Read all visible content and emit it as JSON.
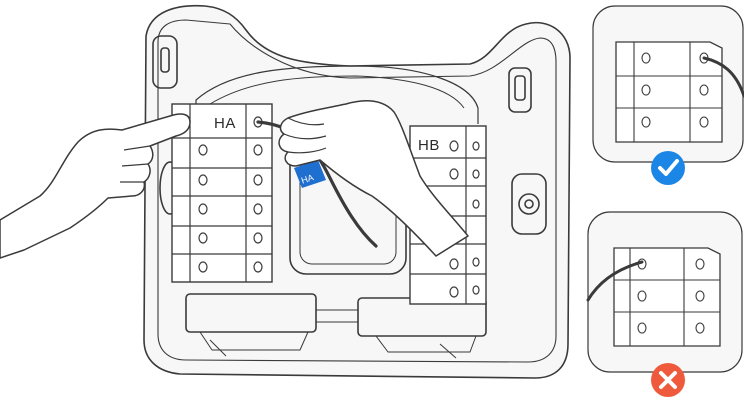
{
  "labels": {
    "terminal_left": "HA",
    "terminal_right": "HB",
    "wire_tag": "HA"
  },
  "insets": [
    {
      "status": "correct",
      "icon": "checkmark-icon"
    },
    {
      "status": "incorrect",
      "icon": "cross-icon"
    }
  ],
  "colors": {
    "line": "#3a3a3a",
    "panel_fill": "#f7f7f7",
    "tag_blue": "#1f6fd1",
    "check_blue": "#1c86e6",
    "cross_red": "#f05a3c"
  }
}
